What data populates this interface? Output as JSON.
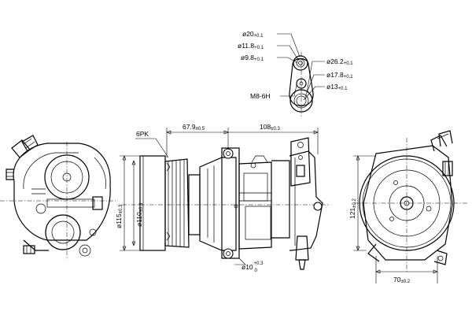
{
  "dimensions": {
    "port_top_dia": {
      "main": "ø20",
      "tol": "+0.1"
    },
    "port_top_inner": {
      "main": "ø11.8",
      "tol": "+0.1"
    },
    "port_top_bore": {
      "main": "ø9.8",
      "tol": "+0.1"
    },
    "port_right_dia": {
      "main": "ø26.2",
      "tol": "+0.1"
    },
    "port_right_inner": {
      "main": "ø17.8",
      "tol": "+0.1"
    },
    "port_right_bore": {
      "main": "ø13",
      "tol": "+0.1"
    },
    "thread": "M8-6H",
    "belt": "6PK",
    "pulley_offset": {
      "main": "67.9",
      "tol": "±0.5"
    },
    "body_length": {
      "main": "108",
      "tol": "±0.3"
    },
    "pulley_dia": {
      "main": "ø115",
      "tol": "±0.3"
    },
    "clutch_dia": {
      "main": "ø110",
      "tol": "±0.3"
    },
    "mount_hole": {
      "main": "ø10",
      "tol_upper": "+0.3",
      "tol_lower": "0"
    },
    "height": {
      "main": "121",
      "tol": "±0.2"
    },
    "width": {
      "main": "70",
      "tol": "±0.2"
    }
  }
}
